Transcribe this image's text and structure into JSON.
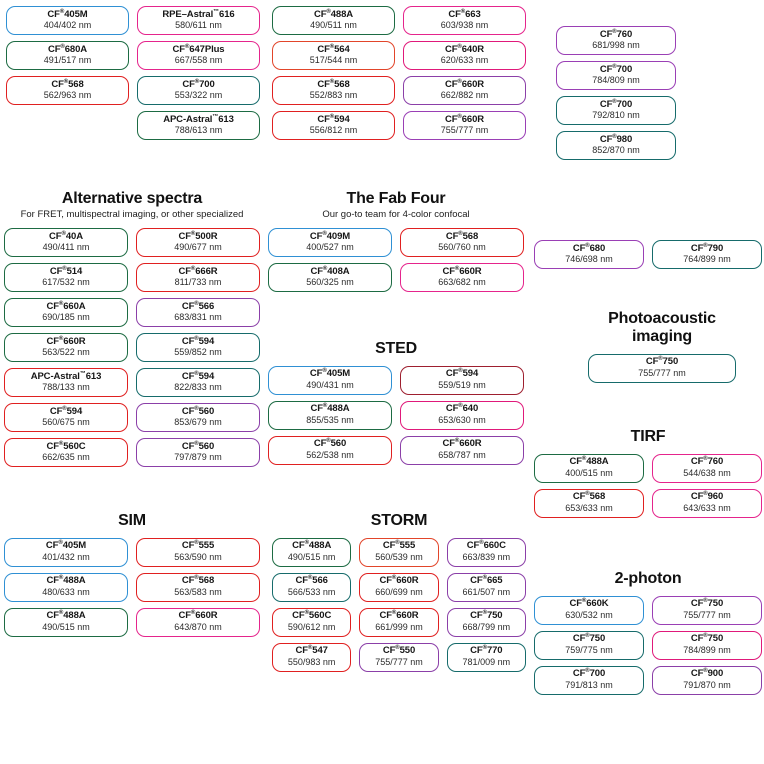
{
  "meta": {
    "trademark_symbol": "®",
    "tm_symbol": "™",
    "nm_suffix": "nm"
  },
  "colors": {
    "blue": "#2f90d4",
    "green": "#1d6b43",
    "teal": "#166b6b",
    "red": "#e02020",
    "orange_red": "#e2452a",
    "magenta": "#e0197a",
    "pink": "#e5248c",
    "purple": "#8b3fa8",
    "violet": "#9a3fb5",
    "text": "#171717"
  },
  "sections": [
    {
      "id": "top-left",
      "title": "",
      "subtitle": "",
      "columns": 2,
      "boxes": [
        {
          "name": "CF",
          "sup": "®",
          "suffix": "405M",
          "spec": "404/402 nm",
          "color": "#2f90d4"
        },
        {
          "name": "RPE–Astral",
          "sup": "™",
          "suffix": "616",
          "spec": "580/611 nm",
          "color": "#e5248c"
        },
        {
          "name": "CF",
          "sup": "®",
          "suffix": "680A",
          "spec": "491/517 nm",
          "color": "#1d6b43"
        },
        {
          "name": "CF",
          "sup": "®",
          "suffix": "647Plus",
          "spec": "667/558 nm",
          "color": "#e5248c"
        },
        {
          "name": "CF",
          "sup": "®",
          "suffix": "568",
          "spec": "562/963 nm",
          "color": "#e02020"
        },
        {
          "name": "CF",
          "sup": "®",
          "suffix": "700",
          "spec": "553/322 nm",
          "color": "#166b6b"
        },
        {
          "name": "",
          "sup": "",
          "suffix": "",
          "spec": "",
          "color": "",
          "empty": true
        },
        {
          "name": "APC-Astral",
          "sup": "™",
          "suffix": "613",
          "spec": "788/613 nm",
          "color": "#1d6b43"
        }
      ]
    },
    {
      "id": "top-mid",
      "title": "",
      "subtitle": "",
      "columns": 2,
      "boxes": [
        {
          "name": "CF",
          "sup": "®",
          "suffix": "488A",
          "spec": "490/511 nm",
          "color": "#1d6b43"
        },
        {
          "name": "CF",
          "sup": "®",
          "suffix": "663",
          "spec": "603/938 nm",
          "color": "#e5248c"
        },
        {
          "name": "CF",
          "sup": "®",
          "suffix": "564",
          "spec": "517/544 nm",
          "color": "#e2452a"
        },
        {
          "name": "CF",
          "sup": "®",
          "suffix": "640R",
          "spec": "620/633 nm",
          "color": "#e0197a"
        },
        {
          "name": "CF",
          "sup": "®",
          "suffix": "568",
          "spec": "552/883 nm",
          "color": "#e02020"
        },
        {
          "name": "CF",
          "sup": "®",
          "suffix": "660R",
          "spec": "662/882 nm",
          "color": "#8b3fa8"
        },
        {
          "name": "CF",
          "sup": "®",
          "suffix": "594",
          "spec": "556/812 nm",
          "color": "#e02020"
        },
        {
          "name": "CF",
          "sup": "®",
          "suffix": "660R",
          "spec": "755/777 nm",
          "color": "#9a3fb5"
        }
      ]
    },
    {
      "id": "top-right",
      "title": "",
      "subtitle": "",
      "columns": 1,
      "boxes": [
        {
          "name": "CF",
          "sup": "®",
          "suffix": "760",
          "spec": "681/998 nm",
          "color": "#9a3fb5"
        },
        {
          "name": "CF",
          "sup": "®",
          "suffix": "700",
          "spec": "784/809 nm",
          "color": "#9a3fb5"
        },
        {
          "name": "CF",
          "sup": "®",
          "suffix": "700",
          "spec": "792/810 nm",
          "color": "#166b6b"
        },
        {
          "name": "CF",
          "sup": "®",
          "suffix": "980",
          "spec": "852/870 nm",
          "color": "#166b6b"
        }
      ]
    },
    {
      "id": "alternative-spectra",
      "title": "Alternative spectra",
      "subtitle": "For FRET, multispectral imaging, or other specialized",
      "columns": 2,
      "boxes": [
        {
          "name": "CF",
          "sup": "®",
          "suffix": "40A",
          "spec": "490/411 nm",
          "color": "#1d6b43"
        },
        {
          "name": "CF",
          "sup": "®",
          "suffix": "500R",
          "spec": "490/677 nm",
          "color": "#e02020"
        },
        {
          "name": "CF",
          "sup": "®",
          "suffix": "514",
          "spec": "617/532 nm",
          "color": "#1d6b43"
        },
        {
          "name": "CF",
          "sup": "®",
          "suffix": "666R",
          "spec": "811/733 nm",
          "color": "#e02020"
        },
        {
          "name": "CF",
          "sup": "®",
          "suffix": "660A",
          "spec": "690/185 nm",
          "color": "#1d6b43"
        },
        {
          "name": "CF",
          "sup": "®",
          "suffix": "566",
          "spec": "683/831 nm",
          "color": "#8b3fa8"
        },
        {
          "name": "CF",
          "sup": "®",
          "suffix": "660R",
          "spec": "563/522 nm",
          "color": "#1d6b43"
        },
        {
          "name": "CF",
          "sup": "®",
          "suffix": "594",
          "spec": "559/852 nm",
          "color": "#166b6b"
        },
        {
          "name": "APC-Astral",
          "sup": "™",
          "suffix": "613",
          "spec": "788/133 nm",
          "color": "#e02020"
        },
        {
          "name": "CF",
          "sup": "®",
          "suffix": "594",
          "spec": "822/833 nm",
          "color": "#166b6b"
        },
        {
          "name": "CF",
          "sup": "®",
          "suffix": "594",
          "spec": "560/675 nm",
          "color": "#e02020"
        },
        {
          "name": "CF",
          "sup": "®",
          "suffix": "560",
          "spec": "853/679 nm",
          "color": "#8b3fa8"
        },
        {
          "name": "CF",
          "sup": "®",
          "suffix": "560C",
          "spec": "662/635 nm",
          "color": "#e02020"
        },
        {
          "name": "CF",
          "sup": "®",
          "suffix": "560",
          "spec": "797/879 nm",
          "color": "#8b3fa8"
        }
      ]
    },
    {
      "id": "fab-four",
      "title": "The Fab Four",
      "subtitle": "Our go-to team for 4-color confocal",
      "columns": 2,
      "boxes": [
        {
          "name": "CF",
          "sup": "®",
          "suffix": "409M",
          "spec": "400/527 nm",
          "color": "#2f90d4"
        },
        {
          "name": "CF",
          "sup": "®",
          "suffix": "568",
          "spec": "560/760 nm",
          "color": "#e02020"
        },
        {
          "name": "CF",
          "sup": "®",
          "suffix": "408A",
          "spec": "560/325 nm",
          "color": "#1d6b43"
        },
        {
          "name": "CF",
          "sup": "®",
          "suffix": "660R",
          "spec": "663/682 nm",
          "color": "#e5248c"
        }
      ]
    },
    {
      "id": "sted",
      "title": "STED",
      "subtitle": "",
      "columns": 2,
      "boxes": [
        {
          "name": "CF",
          "sup": "®",
          "suffix": "405M",
          "spec": "490/431 nm",
          "color": "#2f90d4"
        },
        {
          "name": "CF",
          "sup": "®",
          "suffix": "594",
          "spec": "559/519 nm",
          "color": "#9e1f2f"
        },
        {
          "name": "CF",
          "sup": "®",
          "suffix": "488A",
          "spec": "855/535 nm",
          "color": "#1d6b43"
        },
        {
          "name": "CF",
          "sup": "®",
          "suffix": "640",
          "spec": "653/630 nm",
          "color": "#e0197a"
        },
        {
          "name": "CF",
          "sup": "®",
          "suffix": "560",
          "spec": "562/538 nm",
          "color": "#e02020"
        },
        {
          "name": "CF",
          "sup": "®",
          "suffix": "660R",
          "spec": "658/787 nm",
          "color": "#8b3fa8"
        }
      ]
    },
    {
      "id": "sim",
      "title": "SIM",
      "subtitle": "",
      "columns": 2,
      "boxes": [
        {
          "name": "CF",
          "sup": "®",
          "suffix": "405M",
          "spec": "401/432 nm",
          "color": "#2f90d4"
        },
        {
          "name": "CF",
          "sup": "®",
          "suffix": "555",
          "spec": "563/590 nm",
          "color": "#e02020"
        },
        {
          "name": "CF",
          "sup": "®",
          "suffix": "488A",
          "spec": "480/633 nm",
          "color": "#2f90d4"
        },
        {
          "name": "CF",
          "sup": "®",
          "suffix": "568",
          "spec": "563/583 nm",
          "color": "#e02020"
        },
        {
          "name": "CF",
          "sup": "®",
          "suffix": "488A",
          "spec": "490/515 nm",
          "color": "#1d6b43"
        },
        {
          "name": "CF",
          "sup": "®",
          "suffix": "660R",
          "spec": "643/870 nm",
          "color": "#e5248c"
        }
      ]
    },
    {
      "id": "storm",
      "title": "STORM",
      "subtitle": "",
      "columns": 3,
      "boxes": [
        {
          "name": "CF",
          "sup": "®",
          "suffix": "488A",
          "spec": "490/515 nm",
          "color": "#1d6b43"
        },
        {
          "name": "CF",
          "sup": "®",
          "suffix": "555",
          "spec": "560/539 nm",
          "color": "#e2452a"
        },
        {
          "name": "CF",
          "sup": "®",
          "suffix": "660C",
          "spec": "663/839 nm",
          "color": "#8b3fa8"
        },
        {
          "name": "CF",
          "sup": "®",
          "suffix": "566",
          "spec": "566/533 nm",
          "color": "#166b6b"
        },
        {
          "name": "CF",
          "sup": "®",
          "suffix": "660R",
          "spec": "660/699 nm",
          "color": "#e02020"
        },
        {
          "name": "CF",
          "sup": "®",
          "suffix": "665",
          "spec": "661/507 nm",
          "color": "#8b3fa8"
        },
        {
          "name": "CF",
          "sup": "®",
          "suffix": "560C",
          "spec": "590/612 nm",
          "color": "#e02020"
        },
        {
          "name": "CF",
          "sup": "®",
          "suffix": "660R",
          "spec": "661/999 nm",
          "color": "#e02020"
        },
        {
          "name": "CF",
          "sup": "®",
          "suffix": "750",
          "spec": "668/799 nm",
          "color": "#8b3fa8"
        },
        {
          "name": "CF",
          "sup": "®",
          "suffix": "547",
          "spec": "550/983 nm",
          "color": "#e02020"
        },
        {
          "name": "CF",
          "sup": "®",
          "suffix": "550",
          "spec": "755/777 nm",
          "color": "#8b3fa8"
        },
        {
          "name": "CF",
          "sup": "®",
          "suffix": "770",
          "spec": "781/009 nm",
          "color": "#166b6b"
        }
      ]
    },
    {
      "id": "right-pair",
      "title": "",
      "subtitle": "",
      "columns": 2,
      "boxes": [
        {
          "name": "CF",
          "sup": "®",
          "suffix": "680",
          "spec": "746/698 nm",
          "color": "#9a3fb5"
        },
        {
          "name": "CF",
          "sup": "®",
          "suffix": "790",
          "spec": "764/899 nm",
          "color": "#166b6b"
        }
      ]
    },
    {
      "id": "photoacoustic",
      "title": "Photoacoustic imaging",
      "subtitle": "",
      "columns": 1,
      "boxes": [
        {
          "name": "CF",
          "sup": "®",
          "suffix": "750",
          "spec": "755/777 nm",
          "color": "#166b6b"
        }
      ]
    },
    {
      "id": "tirf",
      "title": "TIRF",
      "subtitle": "",
      "columns": 2,
      "boxes": [
        {
          "name": "CF",
          "sup": "®",
          "suffix": "488A",
          "spec": "400/515 nm",
          "color": "#1d6b43"
        },
        {
          "name": "CF",
          "sup": "®",
          "suffix": "760",
          "spec": "544/638 nm",
          "color": "#e5248c"
        },
        {
          "name": "CF",
          "sup": "®",
          "suffix": "568",
          "spec": "653/633 nm",
          "color": "#e02020"
        },
        {
          "name": "CF",
          "sup": "®",
          "suffix": "960",
          "spec": "643/633 nm",
          "color": "#e5248c"
        }
      ]
    },
    {
      "id": "two-photon",
      "title": "2-photon",
      "subtitle": "",
      "columns": 2,
      "boxes": [
        {
          "name": "CF",
          "sup": "®",
          "suffix": "660K",
          "spec": "630/532 nm",
          "color": "#2f90d4"
        },
        {
          "name": "CF",
          "sup": "®",
          "suffix": "750",
          "spec": "755/777 nm",
          "color": "#9a3fb5"
        },
        {
          "name": "CF",
          "sup": "®",
          "suffix": "750",
          "spec": "759/775 nm",
          "color": "#166b6b"
        },
        {
          "name": "CF",
          "sup": "®",
          "suffix": "750",
          "spec": "784/899 nm",
          "color": "#e0197a"
        },
        {
          "name": "CF",
          "sup": "®",
          "suffix": "700",
          "spec": "791/813 nm",
          "color": "#166b6b"
        },
        {
          "name": "CF",
          "sup": "®",
          "suffix": "900",
          "spec": "791/870 nm",
          "color": "#8b3fa8"
        }
      ]
    }
  ]
}
